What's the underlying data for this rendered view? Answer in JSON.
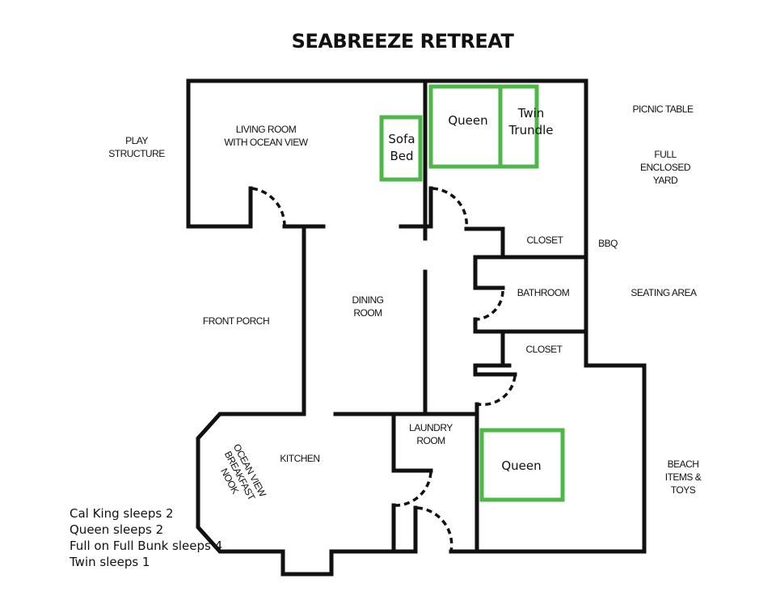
{
  "title": "SEABREEZE RETREAT",
  "colors": {
    "bed_outline": "#4db848",
    "walls": "#111111"
  },
  "rooms": {
    "living": [
      "LIVING ROOM",
      "WITH OCEAN VIEW"
    ],
    "play": [
      "PLAY",
      "STRUCTURE"
    ],
    "front_porch": "FRONT PORCH",
    "dining": [
      "DINING",
      "ROOM"
    ],
    "kitchen": "KITCHEN",
    "nook": [
      "OCEAN VIEW",
      "BREAKFAST",
      "NOOK"
    ],
    "laundry": [
      "LAUNDRY",
      "ROOM"
    ],
    "closet_upper": "CLOSET",
    "bathroom": "BATHROOM",
    "closet_lower": "CLOSET",
    "picnic": "PICNIC TABLE",
    "yard": [
      "FULL",
      "ENCLOSED",
      "YARD"
    ],
    "bbq": "BBQ",
    "seating": "SEATING AREA",
    "beach": [
      "BEACH",
      "ITEMS &",
      "TOYS"
    ]
  },
  "beds": {
    "sofa": [
      "Sofa",
      "Bed"
    ],
    "queen_upper": "Queen",
    "twin": [
      "Twin",
      "Trundle"
    ],
    "queen_lower": "Queen"
  },
  "legend": [
    "Cal King sleeps 2",
    "Queen sleeps 2",
    "Full on Full Bunk sleeps 4",
    "Twin sleeps 1"
  ]
}
